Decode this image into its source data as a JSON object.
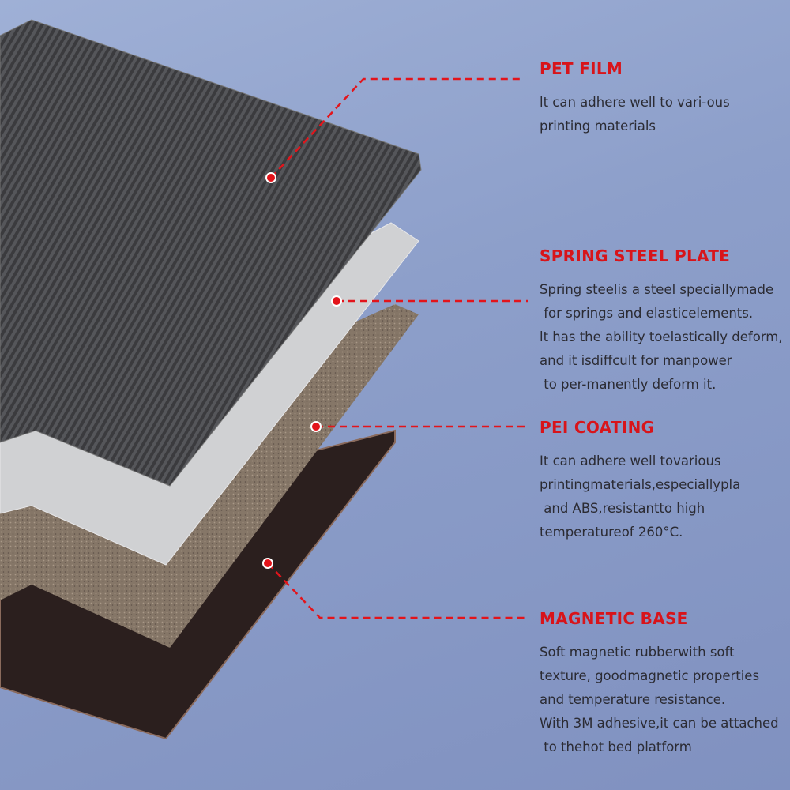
{
  "layers": [
    {
      "title": "PET FILM",
      "lines": [
        "lt can adhere well to vari-ous",
        "printing materials"
      ]
    },
    {
      "title": "SPRING STEEL PLATE",
      "lines": [
        "Spring steelis a steel speciallymade",
        " for springs and elasticelements.",
        "lt has the ability toelastically deform,",
        "and it isdiffcult for manpower",
        " to per-manently deform it."
      ]
    },
    {
      "title": "PEI COATING",
      "lines": [
        "It can adhere well tovarious",
        "printingmaterials,especiallypla",
        " and ABS,resistantto high",
        "temperatureof 260°C."
      ]
    },
    {
      "title": "MAGNETIC BASE",
      "lines": [
        "Soft magnetic rubberwith soft",
        "texture, goodmagnetic properties",
        "and temperature resistance.",
        "With 3M adhesive,it can be attached",
        " to thehot bed platform"
      ]
    }
  ],
  "colors": {
    "accent": "#d8141a",
    "carbon": "#3a3a3d",
    "steel": "#cfd0d2",
    "pei": "#7d6f62",
    "magnetic": "#2a1e1d"
  }
}
